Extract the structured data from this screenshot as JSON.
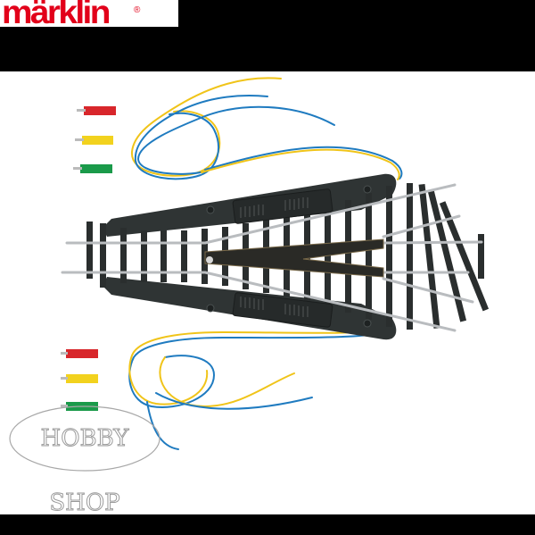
{
  "brand": {
    "name": "märklin",
    "registered": "®",
    "color": "#e2001a"
  },
  "watermark": {
    "text": "HOBBY SHOP"
  },
  "product": {
    "subject": "three-way-turnout-track",
    "connectors_top": [
      {
        "color": "#d8262b",
        "name": "red-plug"
      },
      {
        "color": "#f2d21e",
        "name": "yellow-plug"
      },
      {
        "color": "#1a9a4a",
        "name": "green-plug"
      }
    ],
    "connectors_bottom": [
      {
        "color": "#d8262b",
        "name": "red-plug"
      },
      {
        "color": "#f2d21e",
        "name": "yellow-plug"
      },
      {
        "color": "#1a9a4a",
        "name": "green-plug"
      }
    ],
    "wire_colors": {
      "blue": "#1f7bc0",
      "yellow": "#f0c419"
    },
    "body_color": "#2f3434",
    "rail_color": "#b9bcbf"
  }
}
